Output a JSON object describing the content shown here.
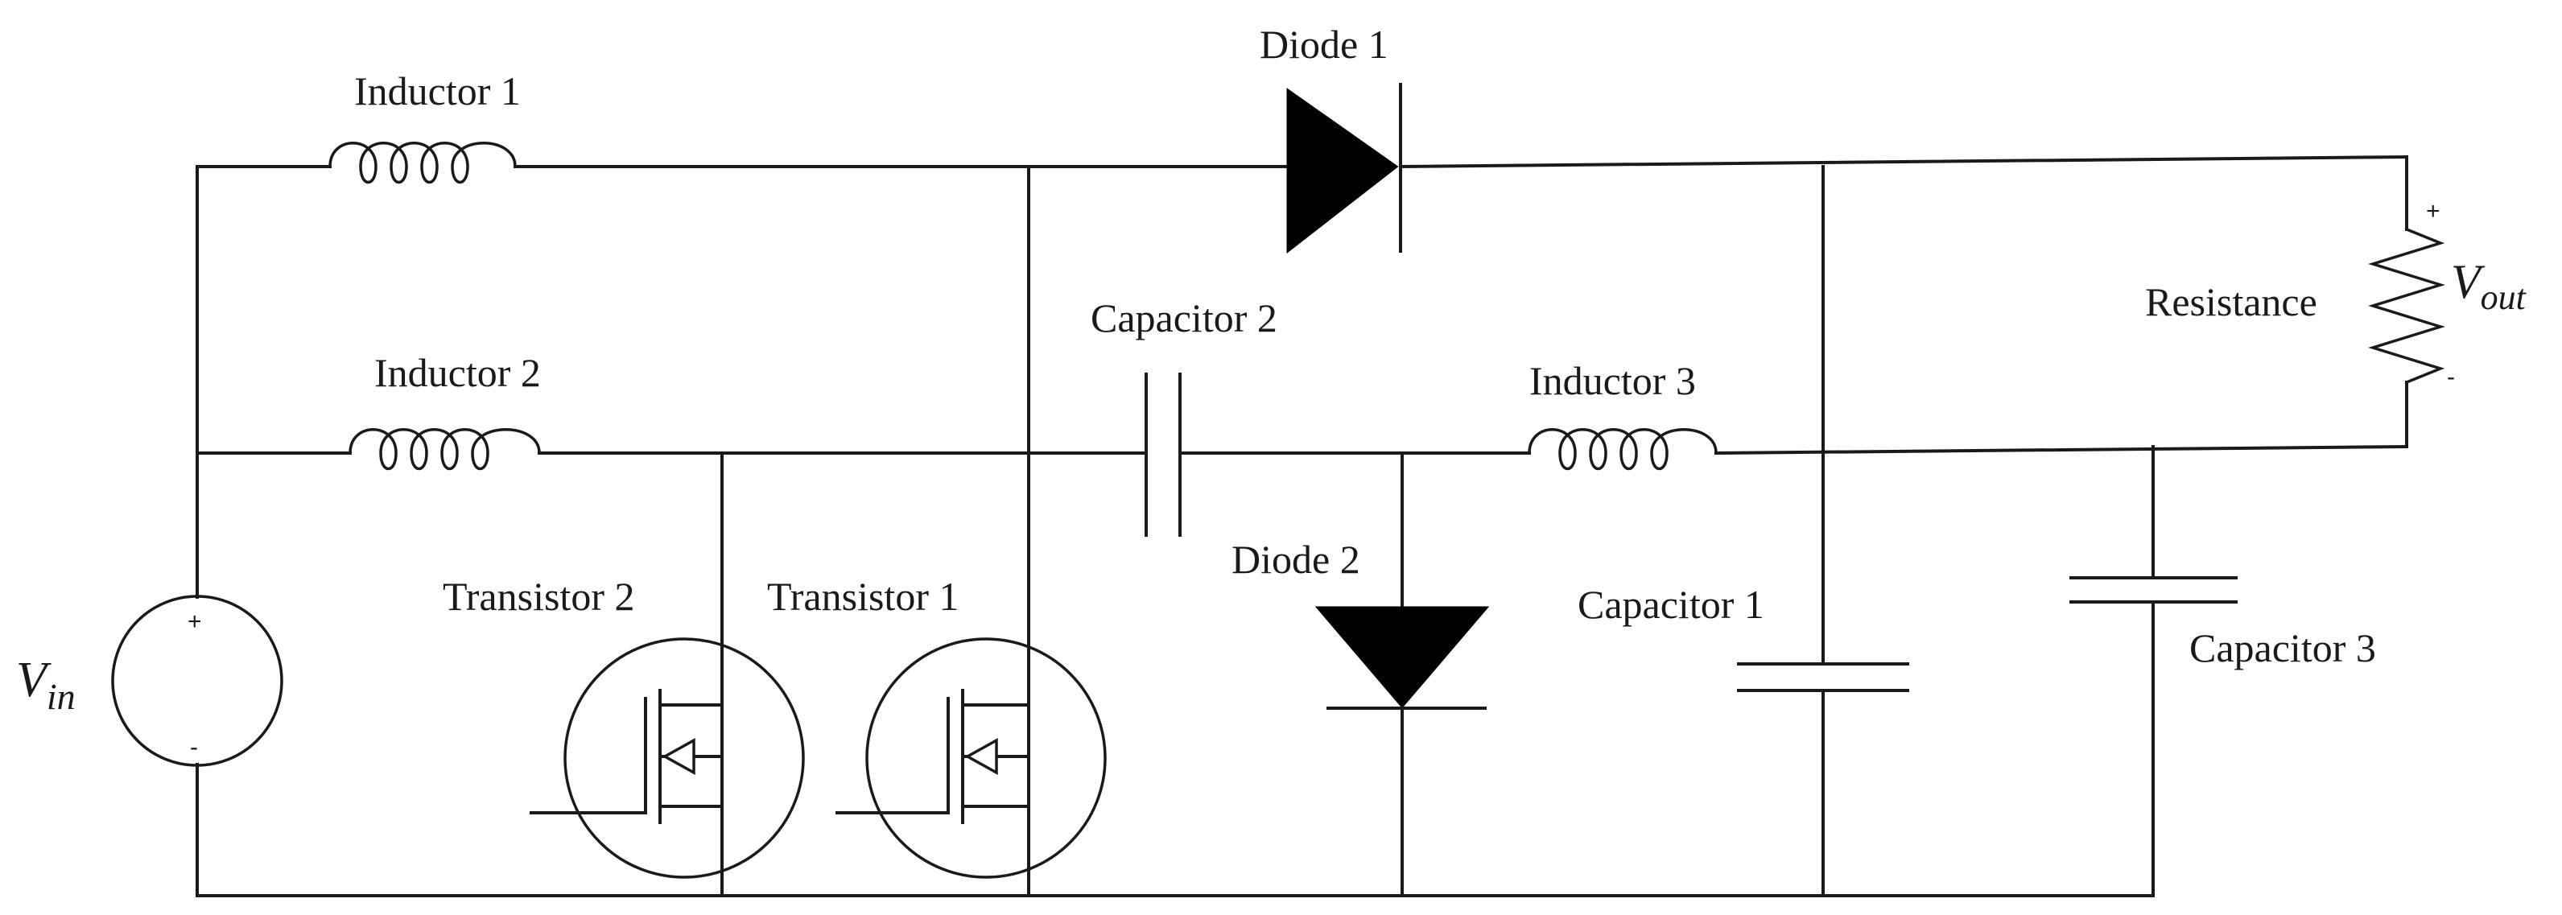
{
  "labels": {
    "inductor1": "Inductor 1",
    "inductor2": "Inductor 2",
    "inductor3": "Inductor 3",
    "diode1": "Diode 1",
    "diode2": "Diode 2",
    "capacitor1": "Capacitor 1",
    "capacitor2": "Capacitor 2",
    "capacitor3": "Capacitor 3",
    "transistor1": "Transistor 1",
    "transistor2": "Transistor 2",
    "resistance": "Resistance"
  },
  "source": {
    "symbol": "V",
    "subscript": "in",
    "plus": "+",
    "minus": "-"
  },
  "output": {
    "symbol": "V",
    "subscript": "out",
    "plus": "+",
    "minus": "-"
  },
  "colors": {
    "line": "#1a1a1a",
    "fill": "#000000",
    "background": "#ffffff"
  }
}
